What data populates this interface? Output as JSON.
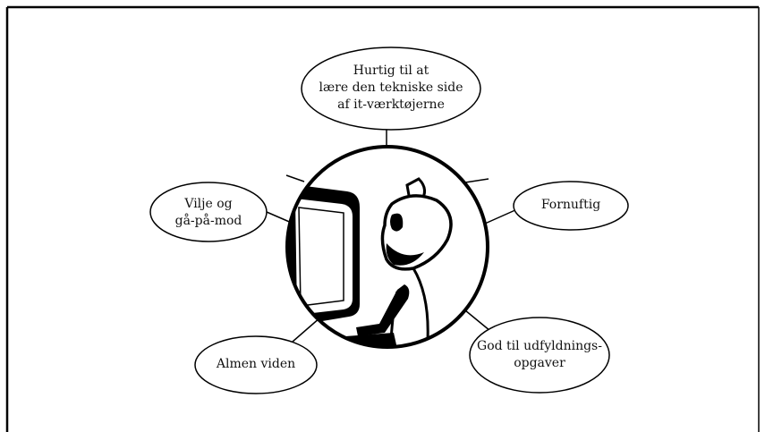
{
  "diagram": {
    "center": {
      "name": "person-at-computer"
    },
    "nodes": [
      {
        "id": "top",
        "label": "Hurtig til at\nlære den tekniske side\naf it-værktøjerne"
      },
      {
        "id": "left",
        "label": "Vilje og\ngå-på-mod"
      },
      {
        "id": "right",
        "label": "Fornuftig"
      },
      {
        "id": "bottom-left",
        "label": "Almen viden"
      },
      {
        "id": "bottom-right",
        "label": "God til udfyldnings-\nopgaver"
      }
    ]
  }
}
